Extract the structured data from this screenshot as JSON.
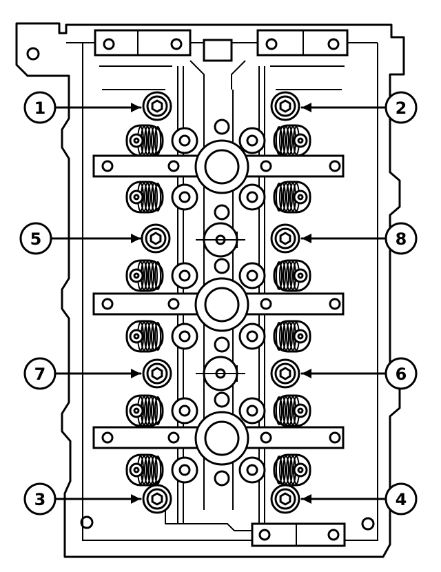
{
  "diagram": {
    "callouts": [
      {
        "label": "1",
        "side": "left"
      },
      {
        "label": "2",
        "side": "right"
      },
      {
        "label": "5",
        "side": "left"
      },
      {
        "label": "8",
        "side": "right"
      },
      {
        "label": "7",
        "side": "left"
      },
      {
        "label": "6",
        "side": "right"
      },
      {
        "label": "3",
        "side": "left"
      },
      {
        "label": "4",
        "side": "right"
      }
    ],
    "colors": {
      "line": "#000000",
      "background": "#ffffff"
    }
  }
}
